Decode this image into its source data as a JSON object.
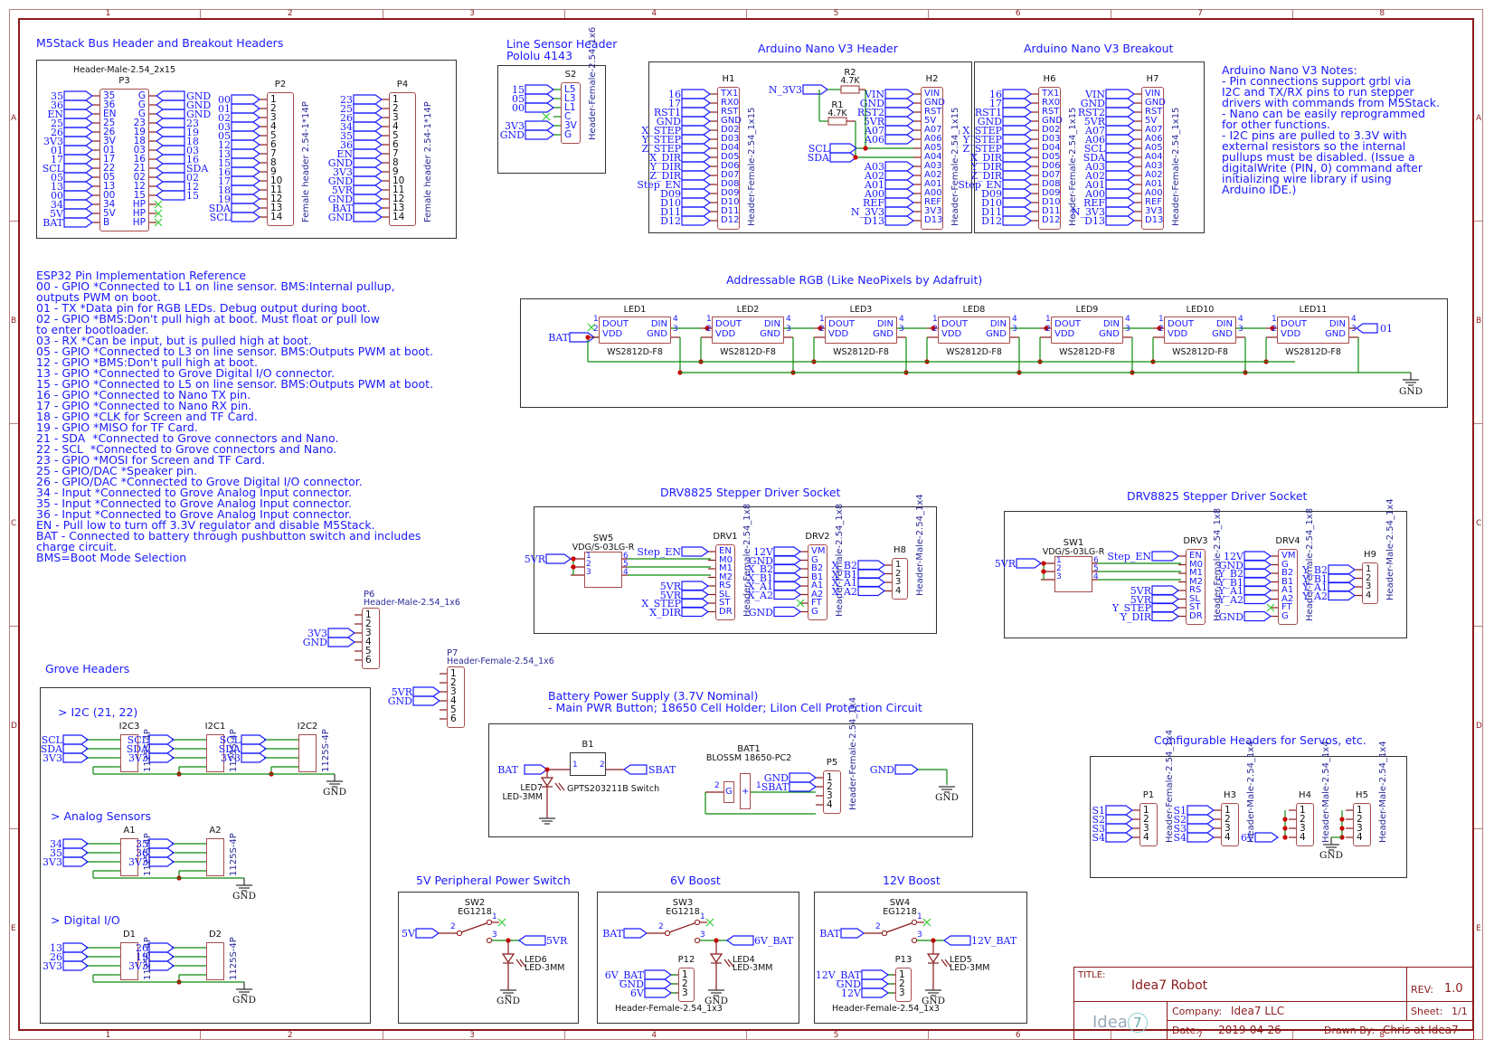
{
  "frame": {
    "columns": [
      "1",
      "2",
      "3",
      "4",
      "5",
      "6",
      "7",
      "8"
    ],
    "rows": [
      "A",
      "B",
      "C",
      "D",
      "E"
    ]
  },
  "m5stack": {
    "title": "M5Stack Bus Header and Breakout Headers",
    "p3": {
      "ref": "P3",
      "value": "Header-Male-2.54_2x15",
      "left_nets": [
        "35",
        "36",
        "EN",
        "25",
        "26",
        "3V3",
        "01",
        "17",
        "SCL",
        "05",
        "13",
        "00",
        "34",
        "5V",
        "BAT"
      ],
      "left_pins": [
        "35",
        "36",
        "EN",
        "25",
        "26",
        "3V",
        "01",
        "17",
        "22",
        "05",
        "13",
        "00",
        "34",
        "5V",
        "B"
      ],
      "right_pins": [
        "G",
        "G",
        "G",
        "23",
        "19",
        "18",
        "03",
        "16",
        "21",
        "02",
        "12",
        "15",
        "HP",
        "HP",
        "HP"
      ],
      "right_nets": [
        "GND",
        "GND",
        "GND",
        "23",
        "19",
        "18",
        "03",
        "16",
        "SDA",
        "02",
        "12",
        "15"
      ]
    },
    "p2": {
      "ref": "P2",
      "value": "Female header 2.54-1*14P",
      "nets": [
        "00",
        "01",
        "02",
        "03",
        "05",
        "12",
        "13",
        "15",
        "16",
        "17",
        "18",
        "19",
        "SDA",
        "SCL"
      ],
      "pins": [
        "1",
        "2",
        "3",
        "4",
        "5",
        "6",
        "7",
        "8",
        "9",
        "10",
        "11",
        "12",
        "13",
        "14"
      ]
    },
    "p4": {
      "ref": "P4",
      "value": "Female header 2.54-1*14P",
      "nets": [
        "23",
        "25",
        "26",
        "34",
        "35",
        "36",
        "EN",
        "GND",
        "3V3",
        "GND",
        "5VR",
        "GND",
        "BAT",
        "GND"
      ],
      "pins": [
        "1",
        "2",
        "3",
        "4",
        "5",
        "6",
        "7",
        "8",
        "9",
        "10",
        "11",
        "12",
        "13",
        "14"
      ]
    }
  },
  "line_sensor": {
    "title_line1": "Line Sensor Header",
    "title_line2": "Pololu 4143",
    "ref": "S2",
    "value": "Header-Female-2.54_1x6",
    "nets": [
      "15",
      "05",
      "00",
      "",
      "3V3",
      "GND"
    ],
    "pins": [
      "L5",
      "L3",
      "L1",
      "C",
      "3V",
      "G"
    ]
  },
  "nano_header": {
    "title": "Arduino Nano V3 Header",
    "h1": {
      "ref": "H1",
      "value": "Header-Female-2.54_1x15",
      "nets": [
        "16",
        "17",
        "RST1",
        "GND",
        "X_STEP",
        "Y_STEP",
        "Z_STEP",
        "X_DIR",
        "Y_DIR",
        "Z_DIR",
        "Step_EN",
        "D09",
        "D10",
        "D11",
        "D12"
      ],
      "pins": [
        "TX1",
        "RX0",
        "RST",
        "GND",
        "D02",
        "D03",
        "D04",
        "D05",
        "D06",
        "D07",
        "D08",
        "D09",
        "D10",
        "D11",
        "D12"
      ]
    },
    "h2": {
      "ref": "H2",
      "value": "Header-Female-2.54_1x15",
      "nets": [
        "VIN",
        "GND",
        "RST2",
        "5VR",
        "A07",
        "A06",
        "",
        "",
        "A03",
        "A02",
        "A01",
        "A00",
        "REF",
        "N_3V3",
        "D13"
      ],
      "pins": [
        "VIN",
        "GND",
        "RST",
        "5V",
        "A07",
        "A06",
        "A05",
        "A04",
        "A03",
        "A02",
        "A01",
        "A00",
        "REF",
        "3V3",
        "D13"
      ]
    },
    "r1": {
      "ref": "R1",
      "value": "4.7K"
    },
    "r2": {
      "ref": "R2",
      "value": "4.7K"
    },
    "pullup_net": "N_3V3",
    "i2c_nets": [
      "SCL",
      "SDA"
    ]
  },
  "nano_breakout": {
    "title": "Arduino Nano V3 Breakout",
    "h6": {
      "ref": "H6",
      "value": "Header-Female-2.54_1x15",
      "nets": [
        "16",
        "17",
        "RST1",
        "GND",
        "X_STEP",
        "Y_STEP",
        "Z_STEP",
        "X_DIR",
        "Y_DIR",
        "Z_DIR",
        "Step_EN",
        "D09",
        "D10",
        "D11",
        "D12"
      ],
      "pins": [
        "TX1",
        "RX0",
        "RST",
        "GND",
        "D02",
        "D03",
        "D04",
        "D05",
        "D06",
        "D07",
        "D08",
        "D09",
        "D10",
        "D11",
        "D12"
      ]
    },
    "h7": {
      "ref": "H7",
      "value": "Header-Female-2.54_1x15",
      "nets": [
        "VIN",
        "GND",
        "RST2",
        "5VR",
        "A07",
        "A06",
        "SCL",
        "SDA",
        "A03",
        "A02",
        "A01",
        "A00",
        "REF",
        "N_3V3",
        "D13"
      ],
      "pins": [
        "VIN",
        "GND",
        "RST",
        "5V",
        "A07",
        "A06",
        "A05",
        "A04",
        "A03",
        "A02",
        "A01",
        "A00",
        "REF",
        "3V3",
        "D13"
      ]
    }
  },
  "nano_notes": {
    "lines": [
      "Arduino Nano V3 Notes:",
      "- Pin connections support grbl via",
      "I2C and TX/RX pins to run stepper",
      "drivers with commands from M5Stack.",
      "- Nano can be easily reprogrammed",
      "for other functions.",
      "- I2C pins are pulled to 3.3V with",
      "external resistors so the internal",
      "pullups must be disabled. (Issue a",
      "digitalWrite (PIN, 0) command after",
      "initializing wire library if using",
      "Arduino IDE.)"
    ]
  },
  "esp32_ref": {
    "lines": [
      "ESP32 Pin Implementation Reference",
      "00 - GPIO *Connected to L1 on line sensor. BMS:Internal pullup,",
      "outputs PWM on boot.",
      "01 - TX *Data pin for RGB LEDs. Debug output during boot.",
      "02 - GPIO *BMS:Don't pull high at boot. Must float or pull low",
      "to enter bootloader.",
      "03 - RX *Can be input, but is pulled high at boot.",
      "05 - GPIO *Connected to L3 on line sensor. BMS:Outputs PWM at boot.",
      "12 - GPIO *BMS:Don't pull high at boot.",
      "13 - GPIO *Connected to Grove Digital I/O connector.",
      "15 - GPIO *Connected to L5 on line sensor. BMS:Outputs PWM at boot.",
      "16 - GPIO *Connected to Nano TX pin.",
      "17 - GPIO *Connected to Nano RX pin.",
      "18 - GPIO *CLK for Screen and TF Card.",
      "19 - GPIO *MISO for TF Card.",
      "21 - SDA  *Connected to Grove connectors and Nano.",
      "22 - SCL  *Connected to Grove connectors and Nano.",
      "23 - GPIO *MOSI for Screen and TF Card.",
      "25 - GPIO/DAC *Speaker pin.",
      "26 - GPIO/DAC *Connected to Grove Digital I/O connector.",
      "34 - Input *Connected to Grove Analog Input connector.",
      "35 - Input *Connected to Grove Analog Input connector.",
      "36 - Input *Connected to Grove Analog Input connector.",
      "EN - Pull low to turn off 3.3V regulator and disable M5Stack.",
      "BAT - Connected to battery through pushbutton switch and includes",
      "charge circuit.",
      "BMS=Boot Mode Selection"
    ]
  },
  "rgb": {
    "title": "Addressable RGB (Like NeoPixels by Adafruit)",
    "input_net": "BAT",
    "output_net": "01",
    "gnd_label": "GND",
    "leds": [
      {
        "ref": "LED1",
        "value": "WS2812D-F8"
      },
      {
        "ref": "LED2",
        "value": "WS2812D-F8"
      },
      {
        "ref": "LED3",
        "value": "WS2812D-F8"
      },
      {
        "ref": "LED8",
        "value": "WS2812D-F8"
      },
      {
        "ref": "LED9",
        "value": "WS2812D-F8"
      },
      {
        "ref": "LED10",
        "value": "WS2812D-F8"
      },
      {
        "ref": "LED11",
        "value": "WS2812D-F8"
      }
    ],
    "pin_left": [
      "DOUT",
      "VDD"
    ],
    "pin_right": [
      "DIN",
      "GND"
    ],
    "pin_nums_left": [
      "1",
      "2"
    ],
    "pin_nums_right": [
      "4",
      "3"
    ]
  },
  "drv_x": {
    "title": "DRV8825 Stepper Driver Socket",
    "switch": {
      "ref": "SW5",
      "value": "VDG/S-03LG-R",
      "input_net": "5VR",
      "pins_left": [
        "1",
        "2",
        "3"
      ],
      "pins_right": [
        "6",
        "5",
        "4"
      ]
    },
    "drv1": {
      "ref": "DRV1",
      "value": "Header-Female-2.54_1x8",
      "pins": [
        "EN",
        "M0",
        "M1",
        "M2",
        "RS",
        "SL",
        "ST",
        "DR"
      ],
      "nets": [
        "Step_EN",
        "",
        "",
        "",
        "5VR",
        "5VR",
        "X_STEP",
        "X_DIR"
      ]
    },
    "drv2": {
      "ref": "DRV2",
      "value": "Header-Female-2.54_1x8",
      "pins": [
        "VM",
        "G",
        "B2",
        "B1",
        "A1",
        "A2",
        "FT",
        "G"
      ],
      "nets": [
        "12V",
        "GND",
        "X_B2",
        "X_B1",
        "X_A1",
        "X_A2",
        "",
        "GND"
      ]
    },
    "header": {
      "ref": "H8",
      "value": "Header-Male-2.54_1x4",
      "pins": [
        "1",
        "2",
        "3",
        "4"
      ],
      "nets": [
        "X_B2",
        "X_B1",
        "X_A1",
        "X_A2"
      ]
    }
  },
  "drv_y": {
    "title": "DRV8825 Stepper Driver Socket",
    "switch": {
      "ref": "SW1",
      "value": "VDG/S-03LG-R",
      "input_net": "5VR",
      "pins_left": [
        "1",
        "2",
        "3"
      ],
      "pins_right": [
        "6",
        "5",
        "4"
      ]
    },
    "drv3": {
      "ref": "DRV3",
      "value": "Header-Female-2.54_1x8",
      "pins": [
        "EN",
        "M0",
        "M1",
        "M2",
        "RS",
        "SL",
        "ST",
        "DR"
      ],
      "nets": [
        "Step_EN",
        "",
        "",
        "",
        "5VR",
        "5VR",
        "Y_STEP",
        "Y_DIR"
      ]
    },
    "drv4": {
      "ref": "DRV4",
      "value": "Header-Female-2.54_1x8",
      "pins": [
        "VM",
        "G",
        "B2",
        "B1",
        "A1",
        "A2",
        "FT",
        "G"
      ],
      "nets": [
        "12V",
        "GND",
        "Y_B2",
        "Y_B1",
        "Y_A1",
        "Y_A2",
        "",
        "GND"
      ]
    },
    "header": {
      "ref": "H9",
      "value": "Header-Male-2.54_1x4",
      "pins": [
        "1",
        "2",
        "3",
        "4"
      ],
      "nets": [
        "Y_B2",
        "Y_B1",
        "Y_A1",
        "Y_A2"
      ]
    }
  },
  "p6": {
    "ref": "P6",
    "value": "Header-Male-2.54_1x6",
    "pins": [
      "1",
      "2",
      "3",
      "4",
      "5",
      "6"
    ],
    "nets": [
      "",
      "",
      "3V3",
      "GND",
      "",
      ""
    ]
  },
  "p7": {
    "ref": "P7",
    "value": "Header-Female-2.54_1x6",
    "pins": [
      "1",
      "2",
      "3",
      "4",
      "5",
      "6"
    ],
    "nets": [
      "",
      "",
      "5VR",
      "GND",
      "",
      ""
    ]
  },
  "grove": {
    "title": "Grove Headers",
    "i2c": {
      "label": "> I2C (21, 22)",
      "connectors": [
        {
          "ref": "I2C3",
          "value": "1125S-4P",
          "nets": [
            "SCL",
            "SDA",
            "3V3"
          ]
        },
        {
          "ref": "I2C1",
          "value": "1125S-4P",
          "nets": [
            "SCL",
            "SDA",
            "3V3"
          ]
        },
        {
          "ref": "I2C2",
          "value": "1125S-4P",
          "nets": [
            "SCL",
            "SDA",
            "3V3"
          ]
        }
      ],
      "gnd": "GND"
    },
    "analog": {
      "label": "> Analog Sensors",
      "connectors": [
        {
          "ref": "A1",
          "value": "1125S-4P",
          "nets": [
            "34",
            "35",
            "3V3"
          ]
        },
        {
          "ref": "A2",
          "value": "1125S-4P",
          "nets": [
            "35",
            "36",
            "3V3"
          ]
        }
      ],
      "gnd": "GND"
    },
    "digital": {
      "label": "> Digital I/O",
      "connectors": [
        {
          "ref": "D1",
          "value": "1125S-4P",
          "nets": [
            "13",
            "26",
            "3V3"
          ]
        },
        {
          "ref": "D2",
          "value": "1125S-4P",
          "nets": [
            "26",
            "19",
            "3V3"
          ]
        }
      ],
      "gnd": "GND"
    },
    "pin_nums": [
      "1",
      "2",
      "3",
      "4"
    ]
  },
  "battery": {
    "title_line1": "Battery Power Supply (3.7V Nominal)",
    "title_line2": "- Main PWR Button; 18650 Cell Holder; LiIon Cell Protection Circuit",
    "b1": {
      "ref": "B1",
      "value": "GPTS203211B Switch",
      "pin1": "1",
      "pin2": "2"
    },
    "in_net": "BAT",
    "out_net": "SBAT",
    "led": {
      "ref": "LED7",
      "value": "LED-3MM"
    },
    "bat1": {
      "ref": "BAT1",
      "value": "BLOSSM 18650-PC2",
      "pin_g": "G",
      "pin_plus": "+",
      "num_g": "2",
      "num_plus": "1"
    },
    "p5": {
      "ref": "P5",
      "value": "Header-Female-2.54_1x4",
      "pins": [
        "1",
        "2",
        "3",
        "4"
      ],
      "nets": [
        "GND",
        "SBAT",
        "",
        ""
      ]
    },
    "gnd_net": "GND",
    "gnd_label": "GND"
  },
  "servo": {
    "title": "Configurable Headers for Servos, etc.",
    "headers": [
      {
        "ref": "P1",
        "value": "Header-Female-2.54_1x4",
        "nets": [
          "S1",
          "S2",
          "S3",
          "S4"
        ]
      },
      {
        "ref": "H3",
        "value": "Header-Male-2.54_1x4",
        "nets": [
          "S1",
          "S2",
          "S3",
          "S4"
        ]
      },
      {
        "ref": "H4",
        "value": "Header-Male-2.54_1x4",
        "nets": [
          "6V"
        ]
      },
      {
        "ref": "H5",
        "value": "Header-Male-2.54_1x4",
        "nets": []
      }
    ],
    "pins": [
      "1",
      "2",
      "3",
      "4"
    ],
    "gnd_label": "GND"
  },
  "sw5v": {
    "title": "5V Peripheral Power Switch",
    "switch": {
      "ref": "SW2",
      "value": "EG1218"
    },
    "in_net": "5V",
    "out_net": "5VR",
    "led": {
      "ref": "LED6",
      "value": "LED-3MM"
    },
    "gnd_label": "GND",
    "pin_nums": [
      "2",
      "1",
      "3"
    ]
  },
  "boost6": {
    "title": "6V Boost",
    "switch": {
      "ref": "SW3",
      "value": "EG1218"
    },
    "in_net": "BAT",
    "out_net": "6V_BAT",
    "led": {
      "ref": "LED4",
      "value": "LED-3MM"
    },
    "header": {
      "ref": "P12",
      "value": "Header-Female-2.54_1x3",
      "pins": [
        "1",
        "2",
        "3"
      ],
      "nets": [
        "6V_BAT",
        "GND",
        "6V"
      ]
    },
    "gnd_label": "GND",
    "pin_nums": [
      "2",
      "1",
      "3"
    ]
  },
  "boost12": {
    "title": "12V Boost",
    "switch": {
      "ref": "SW4",
      "value": "EG1218"
    },
    "in_net": "BAT",
    "out_net": "12V_BAT",
    "led": {
      "ref": "LED5",
      "value": "LED-3MM"
    },
    "header": {
      "ref": "P13",
      "value": "Header-Female-2.54_1x3",
      "pins": [
        "1",
        "2",
        "3"
      ],
      "nets": [
        "12V_BAT",
        "GND",
        "12V"
      ]
    },
    "gnd_label": "GND",
    "pin_nums": [
      "2",
      "1",
      "3"
    ]
  },
  "title_block": {
    "title_label": "TITLE:",
    "title": "Idea7 Robot",
    "rev_label": "REV:",
    "rev": "1.0",
    "company_label": "Company:",
    "company": "Idea7 LLC",
    "sheet_label": "Sheet:",
    "sheet": "1/1",
    "date_label": "Date:",
    "date": "2019-04-26",
    "drawn_label": "Drawn By:",
    "drawn_by": "Chris at Idea7",
    "logo_text": "Idea",
    "logo_mark": "7"
  },
  "colors": {
    "text_blue": "#1a1aff",
    "part_outline": "#a84c4c",
    "wire_green": "#0a8a0a",
    "junction_red": "#cc0000",
    "frame_maroon": "#8b1a1a"
  }
}
